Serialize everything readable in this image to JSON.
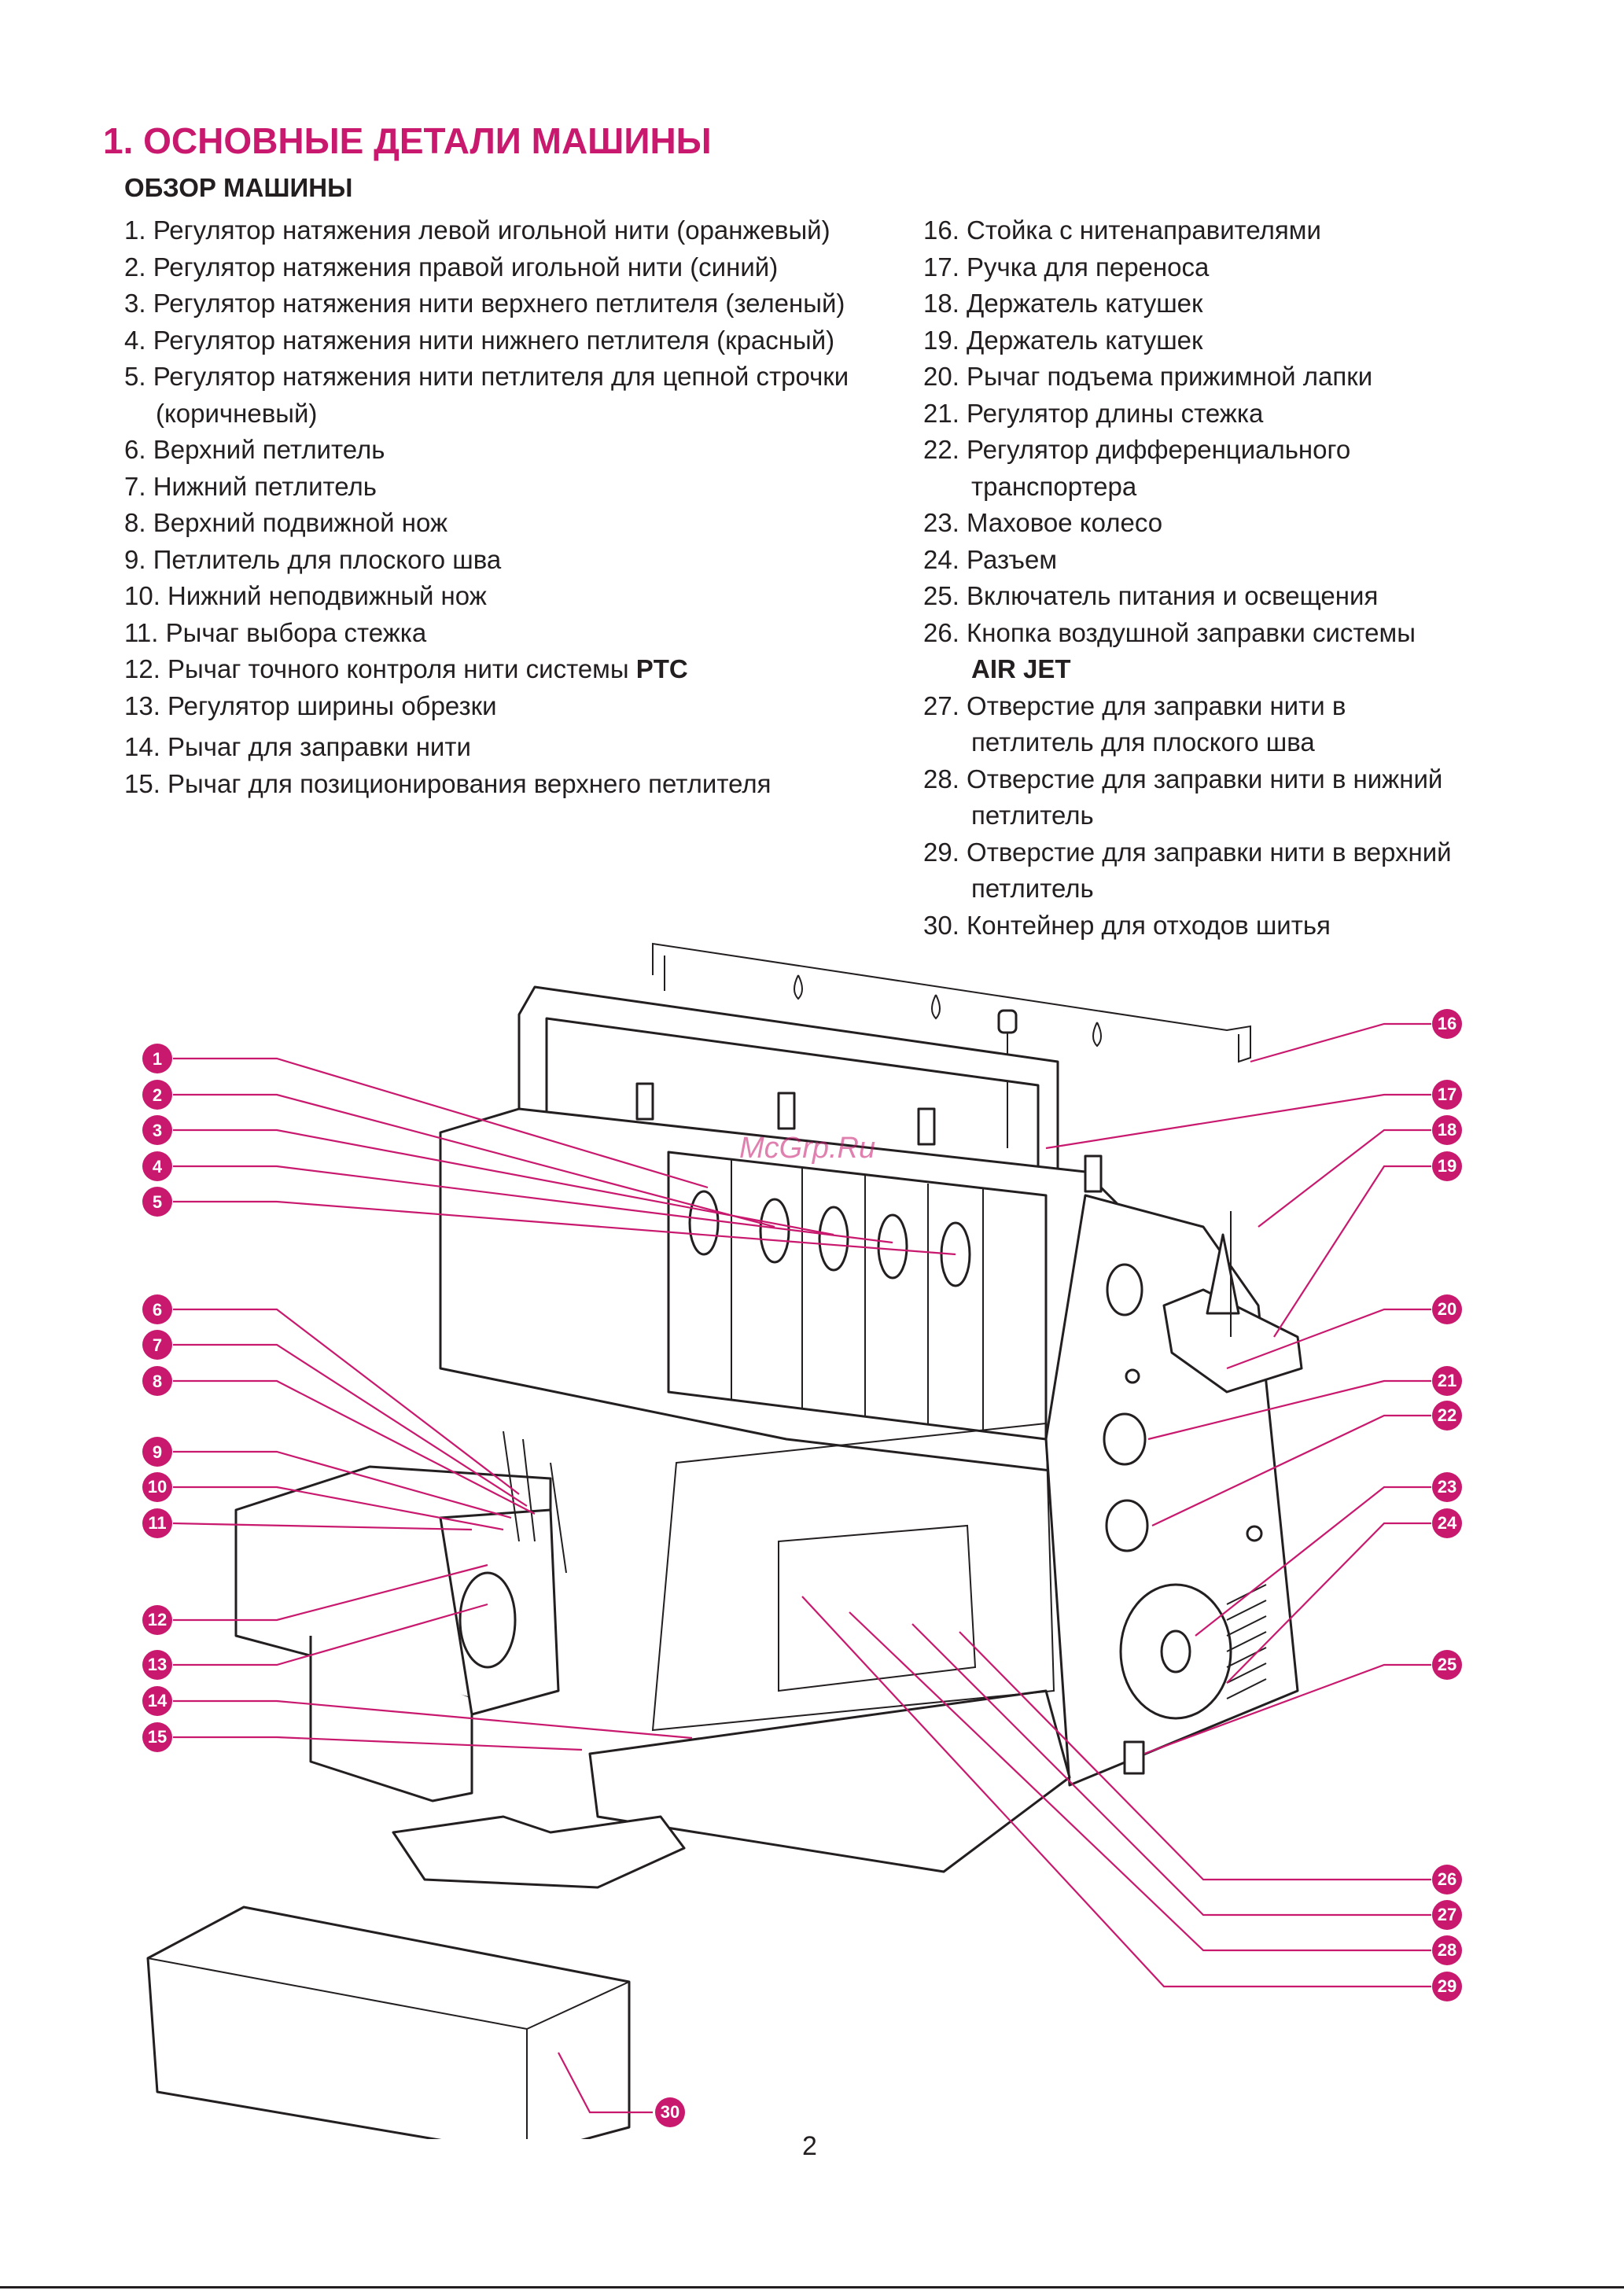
{
  "title": "1. ОСНОВНЫЕ ДЕТАЛИ МАШИНЫ",
  "subtitle": "ОБЗОР МАШИНЫ",
  "parts_left": [
    {
      "num": "1.",
      "text": "Регулятор натяжения левой игольной нити (оранжевый)"
    },
    {
      "num": "2.",
      "text": "Регулятор натяжения правой игольной нити (синий)"
    },
    {
      "num": "3.",
      "text": "Регулятор натяжения нити верхнего петлителя (зеленый)"
    },
    {
      "num": "4.",
      "text": "Регулятор натяжения нити нижнего петлителя (красный)"
    },
    {
      "num": "5.",
      "text": "Регулятор натяжения нити петлителя для цепной строчки",
      "cont": "(коричневый)"
    },
    {
      "num": "6.",
      "text": "Верхний петлитель"
    },
    {
      "num": "7.",
      "text": "Нижний петлитель"
    },
    {
      "num": "8.",
      "text": "Верхний подвижной нож"
    },
    {
      "num": "9.",
      "text": "Петлитель для плоского шва"
    },
    {
      "num": "10.",
      "text": "Нижний неподвижный нож"
    },
    {
      "num": "11.",
      "text": "Рычаг выбора стежка"
    },
    {
      "num": "12.",
      "text": "Рычаг точного контроля нити системы",
      "bold": "PTC"
    },
    {
      "num": "13.",
      "text": "Регулятор ширины обрезки"
    },
    {
      "num": "14.",
      "text": "Рычаг для заправки нити"
    },
    {
      "num": "15.",
      "text": "Рычаг для позиционирования верхнего петлителя"
    }
  ],
  "parts_right": [
    {
      "num": "16.",
      "text": "Стойка с нитенаправителями"
    },
    {
      "num": "17.",
      "text": "Ручка для переноса"
    },
    {
      "num": "18.",
      "text": "Держатель катушек"
    },
    {
      "num": "19.",
      "text": "Держатель катушек"
    },
    {
      "num": "20.",
      "text": "Рычаг подъема прижимной лапки"
    },
    {
      "num": "21.",
      "text": "Регулятор длины стежка"
    },
    {
      "num": "22.",
      "text": "Регулятор дифференциального",
      "cont": "транспортера"
    },
    {
      "num": "23.",
      "text": "Маховое колесо"
    },
    {
      "num": "24.",
      "text": "Разъем"
    },
    {
      "num": "25.",
      "text": "Включатель питания и освещения"
    },
    {
      "num": "26.",
      "text": "Кнопка воздушной заправки системы",
      "cont_bold": "AIR JET"
    },
    {
      "num": "27.",
      "text": "Отверстие для заправки нити в",
      "cont": "петлитель для плоского шва"
    },
    {
      "num": "28.",
      "text": "Отверстие для заправки нити в нижний",
      "cont": "петлитель"
    },
    {
      "num": "29.",
      "text": "Отверстие для заправки нити в верхний",
      "cont": "петлитель"
    },
    {
      "num": "30.",
      "text": "Контейнер для отходов шитья"
    }
  ],
  "callouts": [
    "1",
    "2",
    "3",
    "4",
    "5",
    "6",
    "7",
    "8",
    "9",
    "10",
    "11",
    "12",
    "13",
    "14",
    "15",
    "16",
    "17",
    "18",
    "19",
    "20",
    "21",
    "22",
    "23",
    "24",
    "25",
    "26",
    "27",
    "28",
    "29",
    "30"
  ],
  "watermark": "McGrp.Ru",
  "page_number": "2",
  "colors": {
    "accent": "#c8196e",
    "text": "#231f20",
    "background": "#ffffff"
  }
}
